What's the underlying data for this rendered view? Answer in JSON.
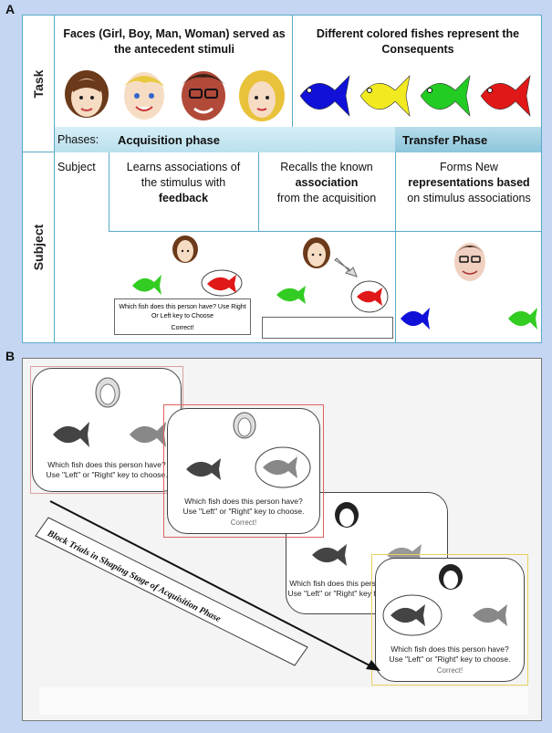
{
  "panel_a": {
    "letter": "A",
    "row_task": "Task",
    "row_subject": "Subject",
    "faces_header_line1": "Faces (Girl, Boy, Man, Woman) served as",
    "faces_header_line2": "the antecedent stimuli",
    "fishes_header_line1": "Different colored fishes represent the",
    "fishes_header_line2": "Consequents",
    "phases_label": "Phases:",
    "acquisition_phase": "Acquisition phase",
    "transfer_phase": "Transfer Phase",
    "subject_label": "Subject",
    "col1_line1": "Learns associations of",
    "col1_line2": "the stimulus with",
    "col1_line3": "feedback",
    "col2_line1": "Recalls the known",
    "col2_line2": "association",
    "col2_line3": "from the acquisition",
    "col3_line1": "Forms New",
    "col3_line2": "representations based",
    "col3_line3": "on  stimulus associations",
    "instr_line1": "Which fish does this person have? Use Right",
    "instr_line2": "Or Left key to Choose",
    "instr_correct": "Correct!",
    "fish_colors": [
      "#1010d8",
      "#f2ea20",
      "#22cc22",
      "#e01818"
    ]
  },
  "panel_b": {
    "letter": "B",
    "question_line1": "Which fish does this person have?",
    "question_line2": "Use \"Left\" or \"Right\" key to choose.",
    "correct": "Correct!",
    "diagonal_label": "Block Trials in Shaping Stage of Acquisition Phase"
  }
}
